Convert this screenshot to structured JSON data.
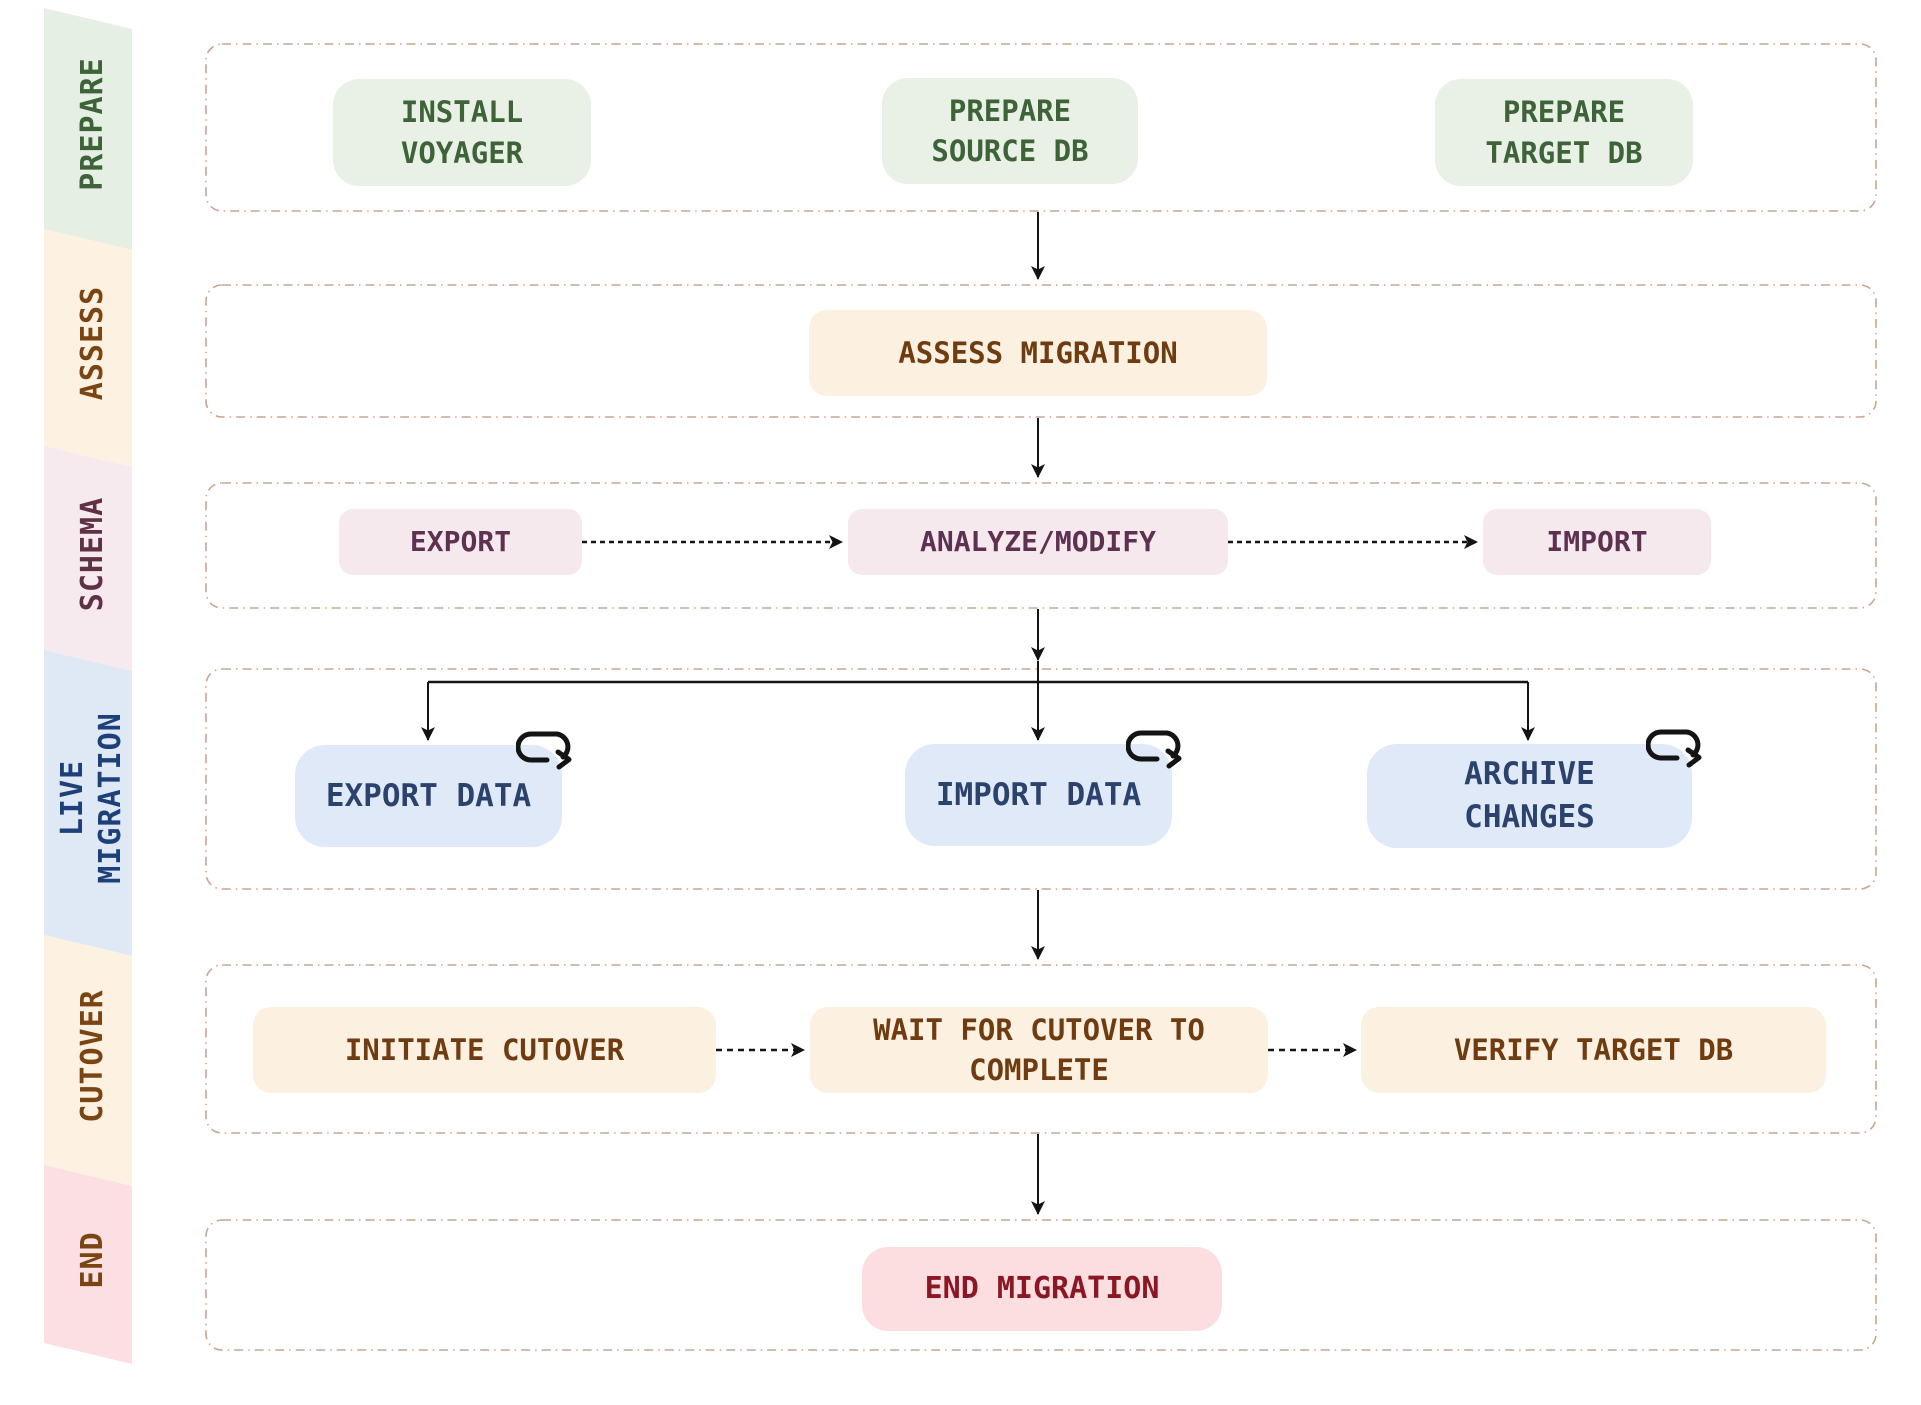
{
  "diagram": {
    "description": "Database migration workflow flowchart with phase bands and step nodes"
  },
  "sidebar": {
    "items": [
      {
        "id": "prepare",
        "label": "PREPARE"
      },
      {
        "id": "assess",
        "label": "ASSESS"
      },
      {
        "id": "schema",
        "label": "SCHEMA"
      },
      {
        "id": "live-migration",
        "line1": "LIVE",
        "line2": "MIGRATION"
      },
      {
        "id": "cutover",
        "label": "CUTOVER"
      },
      {
        "id": "end",
        "label": "END"
      }
    ]
  },
  "rows": {
    "prepare": {
      "phase": "PREPARE",
      "boxes": [
        "INSTALL\nVOYAGER",
        "PREPARE\nSOURCE DB",
        "PREPARE\nTARGET DB"
      ]
    },
    "assess": {
      "phase": "ASSESS",
      "boxes": [
        "ASSESS MIGRATION"
      ]
    },
    "schema": {
      "phase": "SCHEMA",
      "boxes": [
        "EXPORT",
        "ANALYZE/MODIFY",
        "IMPORT"
      ]
    },
    "live": {
      "phase": "LIVE MIGRATION",
      "boxes": [
        "EXPORT DATA",
        "IMPORT DATA",
        "ARCHIVE\nCHANGES"
      ]
    },
    "cutover": {
      "phase": "CUTOVER",
      "boxes": [
        "INITIATE CUTOVER",
        "WAIT FOR CUTOVER TO\nCOMPLETE",
        "VERIFY TARGET DB"
      ]
    },
    "end": {
      "phase": "END",
      "boxes": [
        "END MIGRATION"
      ]
    }
  },
  "icons": {
    "loop": "clockwise-loop-arrow"
  },
  "colors": {
    "background": "#ffffff",
    "panel_dash_border": "#c9a58f",
    "arrow": "#141414",
    "band_prepare_bg": "#e6efe3",
    "band_assess_bg": "#fdf1e2",
    "band_schema_bg": "#f7eaee",
    "band_live_bg": "#dfe9f6",
    "band_cutover_bg": "#fdf1e2",
    "band_end_bg": "#fbdfe2",
    "text_green": "#3e6338",
    "text_brown": "#7a4413",
    "text_plum": "#5e3147",
    "text_navy": "#1e4079",
    "text_darkred": "#8b1724",
    "node_green_bg": "#e9f1e6",
    "node_peach_bg": "#fcf0e1",
    "node_pink_bg": "#f5e9ee",
    "node_blue_bg": "#e0e9f8",
    "node_red_bg": "#fcdee0"
  }
}
